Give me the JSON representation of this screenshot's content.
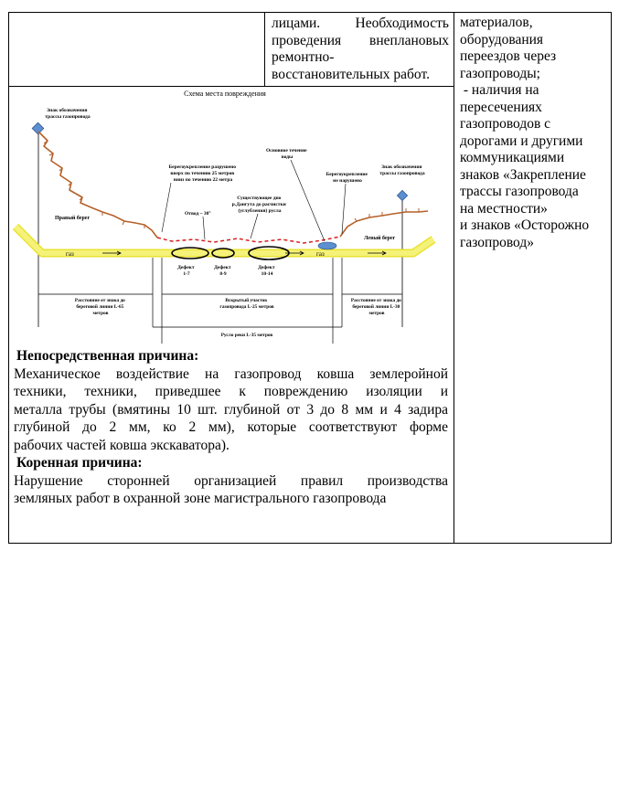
{
  "table": {
    "middle_text_lines": [
      "лицами. Необходимость",
      "проведения внеплановых",
      "ремонтно-",
      "восстановительных работ."
    ],
    "right_text_lines": [
      "материалов,",
      "оборудования",
      "переездов через",
      "газопроводы;",
      " - наличия на",
      "пересечениях",
      "газопроводов с",
      "дорогами и другими",
      "коммуникациями",
      "знаков «Закрепление",
      "трассы газопровода",
      "на местности»",
      "и знаков «Осторожно",
      "газопровод»"
    ]
  },
  "diagram": {
    "title": "Схема места повреждения",
    "label_sign_left": [
      "Знак обозначения",
      "трассы газопровода"
    ],
    "label_sign_right": [
      "Знак обозначения",
      "трассы газопровода"
    ],
    "label_right_bank": "Правый берег",
    "label_left_bank": "Левый берег",
    "label_bank_damaged": [
      "Берегоукрепление разрушено",
      "вверх по течению 25 метров",
      "вниз по течению 22 метра"
    ],
    "label_main_flow": [
      "Основное течение",
      "воды"
    ],
    "label_bank_ok": [
      "Берегоукрепление",
      "не нарушено"
    ],
    "label_bottom": [
      "Существующее дно",
      "р.Дангута до расчистки",
      "(углубления) русла"
    ],
    "label_bend": "Отвод ~ 30°",
    "pipe_label_left": "газ",
    "pipe_label_right": "газ",
    "defects": [
      [
        "Дефект",
        "1-7"
      ],
      [
        "Дефект",
        "8-9"
      ],
      [
        "Дефект",
        "10-14"
      ]
    ],
    "dist_left": [
      "Расстояние от знака до",
      "береговой линии L-65",
      "метров"
    ],
    "dist_opened": [
      "Вскрытый участок",
      "газопровода L-25 метров"
    ],
    "dist_right": [
      "Расстояние от знака до",
      "береговой линии L-30",
      "метров"
    ],
    "river_bed": "Русло реки L-35 метров"
  },
  "body": {
    "direct_cause_heading": "Непосредственная причина:",
    "direct_cause_lines": [
      "Механическое воздействие на газопровод ковша землеройной",
      "техники, техники, приведшее к повреждению изоляции и",
      "металла трубы  (вмятины 10 шт. глубиной от 3 до 8 мм и 4 задира",
      "глубиной до 2 мм, ко 2 мм), которые соответствуют форме",
      "рабочих частей ковша экскаватора)."
    ],
    "root_cause_heading": "Коренная причина:",
    "root_cause_lines": [
      "Нарушение сторонней организацией правил производства",
      "земляных работ в охранной зоне магистрального газопровода"
    ]
  },
  "colors": {
    "pipe": "#f2ee52",
    "bank": "#b5602a",
    "water_line": "#d62020",
    "marker": "#5b8fd0"
  }
}
